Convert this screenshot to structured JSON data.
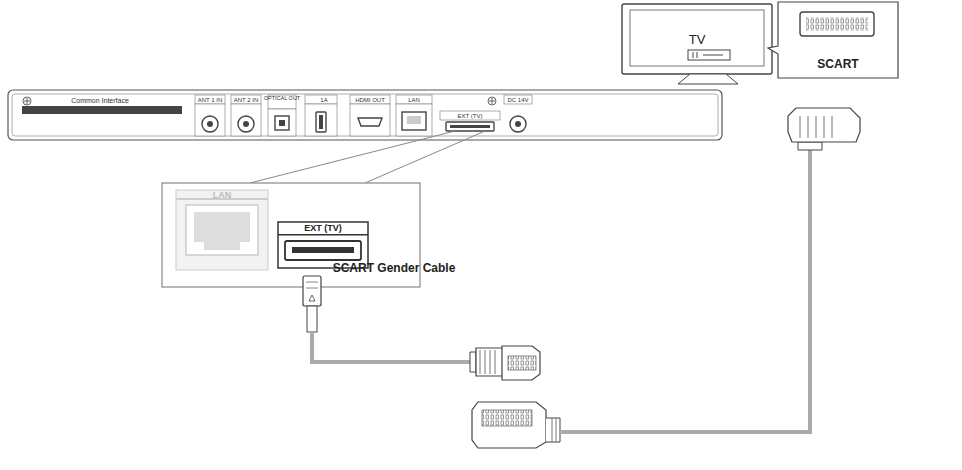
{
  "diagram": {
    "nodes": [
      {
        "text": [
          "TV"
        ]
      },
      {
        "text": [
          "SCART"
        ]
      }
    ],
    "labels": [
      "Common Interface",
      "ANT 1 IN",
      "ANT 2 IN",
      "OPTICAL OUT",
      "1A",
      "HDMI OUT",
      "LAN",
      "EXT (TV)",
      "DC 14V",
      "LAN",
      "EXT (TV)",
      "SCART Gender Cable"
    ]
  }
}
